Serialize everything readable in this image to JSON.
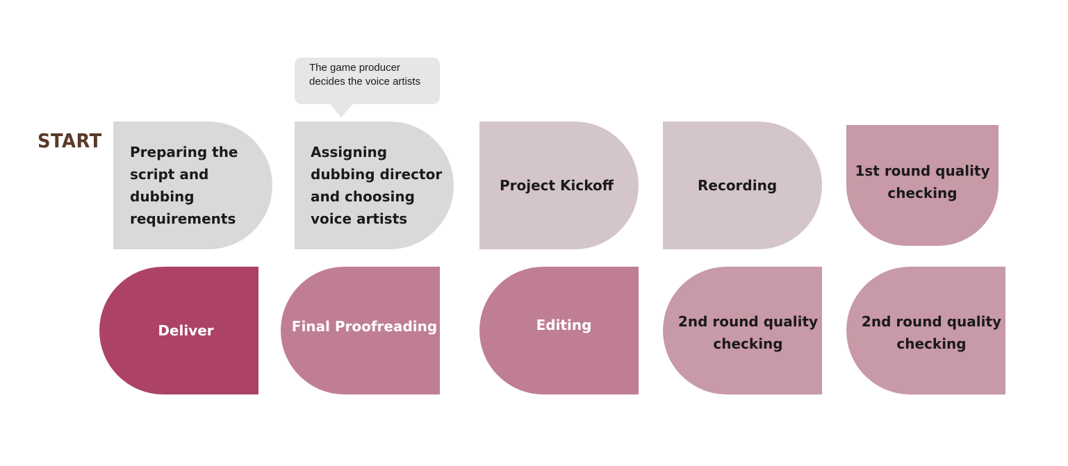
{
  "start": {
    "label": "START",
    "color": "#5b3a2a"
  },
  "callout": {
    "text": "The game producer decides the voice artists",
    "color": "#e6e6e6"
  },
  "steps": [
    {
      "label": "Preparing the script and dubbing requirements",
      "fill": "#d9d9d9",
      "text_color": "#1a1a1a"
    },
    {
      "label": "Assigning dubbing director and choosing voice artists",
      "fill": "#d9d9d9",
      "text_color": "#1a1a1a"
    },
    {
      "label": "Project Kickoff",
      "fill": "#d3c5ca",
      "text_color": "#1a1a1a"
    },
    {
      "label": "Recording",
      "fill": "#d3c5ca",
      "text_color": "#1a1a1a"
    },
    {
      "label": "1st round quality checking",
      "fill": "#c899a6",
      "text_color": "#1a1a1a"
    },
    {
      "label": "Deliver",
      "fill": "#ac4365",
      "text_color": "#ffffff"
    },
    {
      "label": "Final Proofreading",
      "fill": "#c07e92",
      "text_color": "#ffffff"
    },
    {
      "label": "Editing",
      "fill": "#c07e92",
      "text_color": "#ffffff"
    },
    {
      "label": "2nd round quality checking",
      "fill": "#c899a6",
      "text_color": "#1a1a1a"
    },
    {
      "label": "2nd round quality checking",
      "fill": "#c899a6",
      "text_color": "#1a1a1a"
    }
  ]
}
